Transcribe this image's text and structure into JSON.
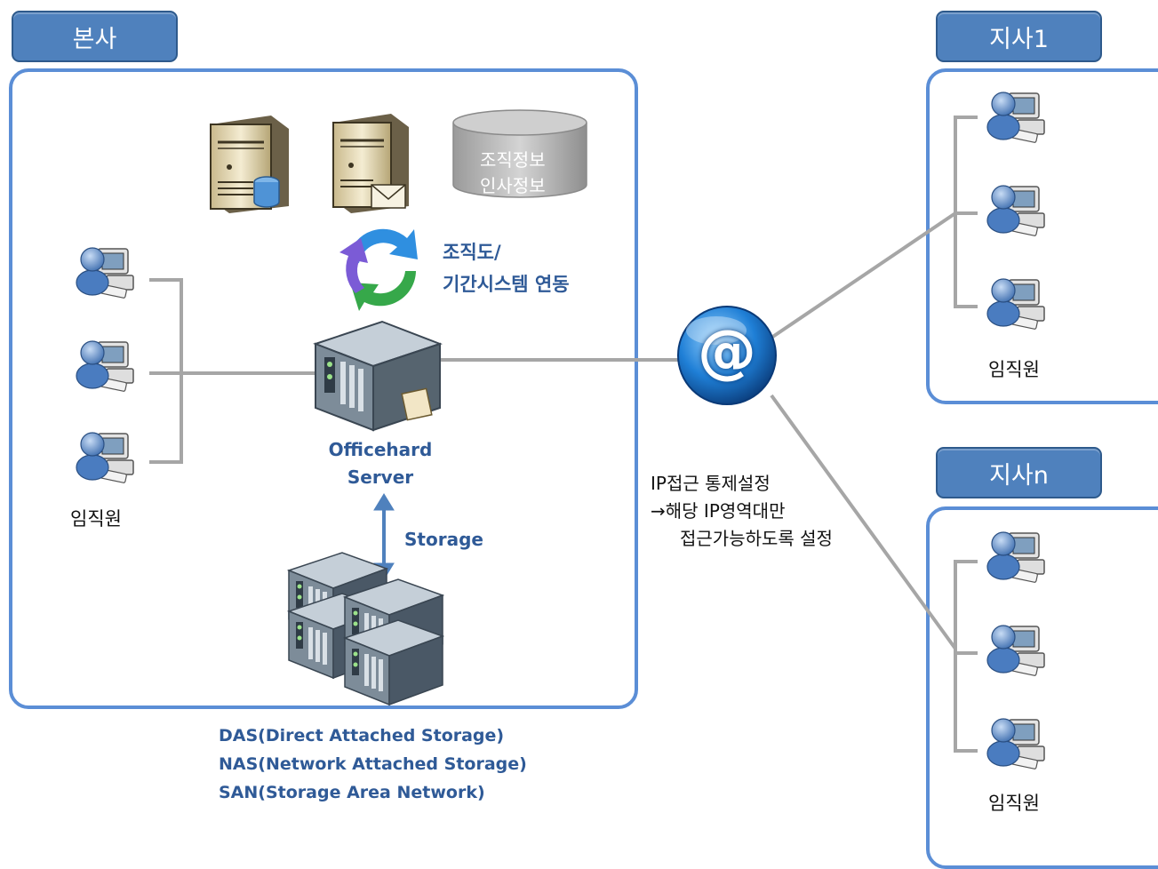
{
  "hq": {
    "tab_label": "본사",
    "employees_label": "임직원",
    "database_label_line1": "조직정보",
    "database_label_line2": "인사정보",
    "sync_label_line1": "조직도/",
    "sync_label_line2": "기간시스템 연동",
    "server_label_line1": "Officehard",
    "server_label_line2": "Server",
    "storage_label": "Storage",
    "storage_types": [
      "DAS(Direct Attached Storage)",
      "NAS(Network Attached Storage)",
      "SAN(Storage Area Network)"
    ]
  },
  "internet": {
    "symbol": "@",
    "note_line1": "IP접근 통제설정",
    "note_line2": "→해당 IP영역대만",
    "note_line3": "접근가능하도록 설정"
  },
  "branch1": {
    "tab_label": "지사1",
    "employees_label": "임직원"
  },
  "branchn": {
    "tab_label": "지사n",
    "employees_label": "임직원"
  },
  "colors": {
    "accent": "#4f81bd",
    "region_border": "#5b8ed6",
    "text_blue": "#2f5a97",
    "line": "#a6a6a6"
  },
  "icons": [
    "user-computer-icon",
    "database-server-icon",
    "mail-server-icon",
    "database-icon",
    "sync-icon",
    "rack-server-icon",
    "storage-array-icon",
    "internet-at-icon"
  ]
}
